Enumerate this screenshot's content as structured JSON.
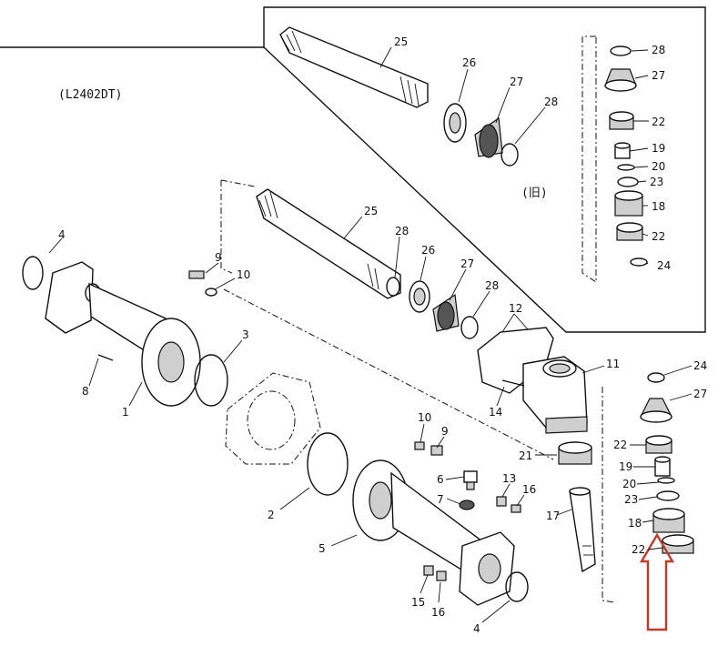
{
  "model_label": "(L2402DT)",
  "variant_label": "(旧)",
  "arrow_color": "#c0392b",
  "callouts": {
    "inset": [
      "25",
      "26",
      "27",
      "28",
      "28",
      "27",
      "22",
      "19",
      "20",
      "23",
      "18",
      "22",
      "24"
    ],
    "main": [
      "25",
      "28",
      "26",
      "27",
      "28",
      "12",
      "11",
      "14",
      "21",
      "17",
      "24",
      "27",
      "22",
      "19",
      "20",
      "23",
      "18",
      "22",
      "4",
      "8",
      "1",
      "3",
      "9",
      "10",
      "2",
      "5",
      "4",
      "10",
      "9",
      "6",
      "7",
      "13",
      "16",
      "15",
      "16"
    ]
  }
}
